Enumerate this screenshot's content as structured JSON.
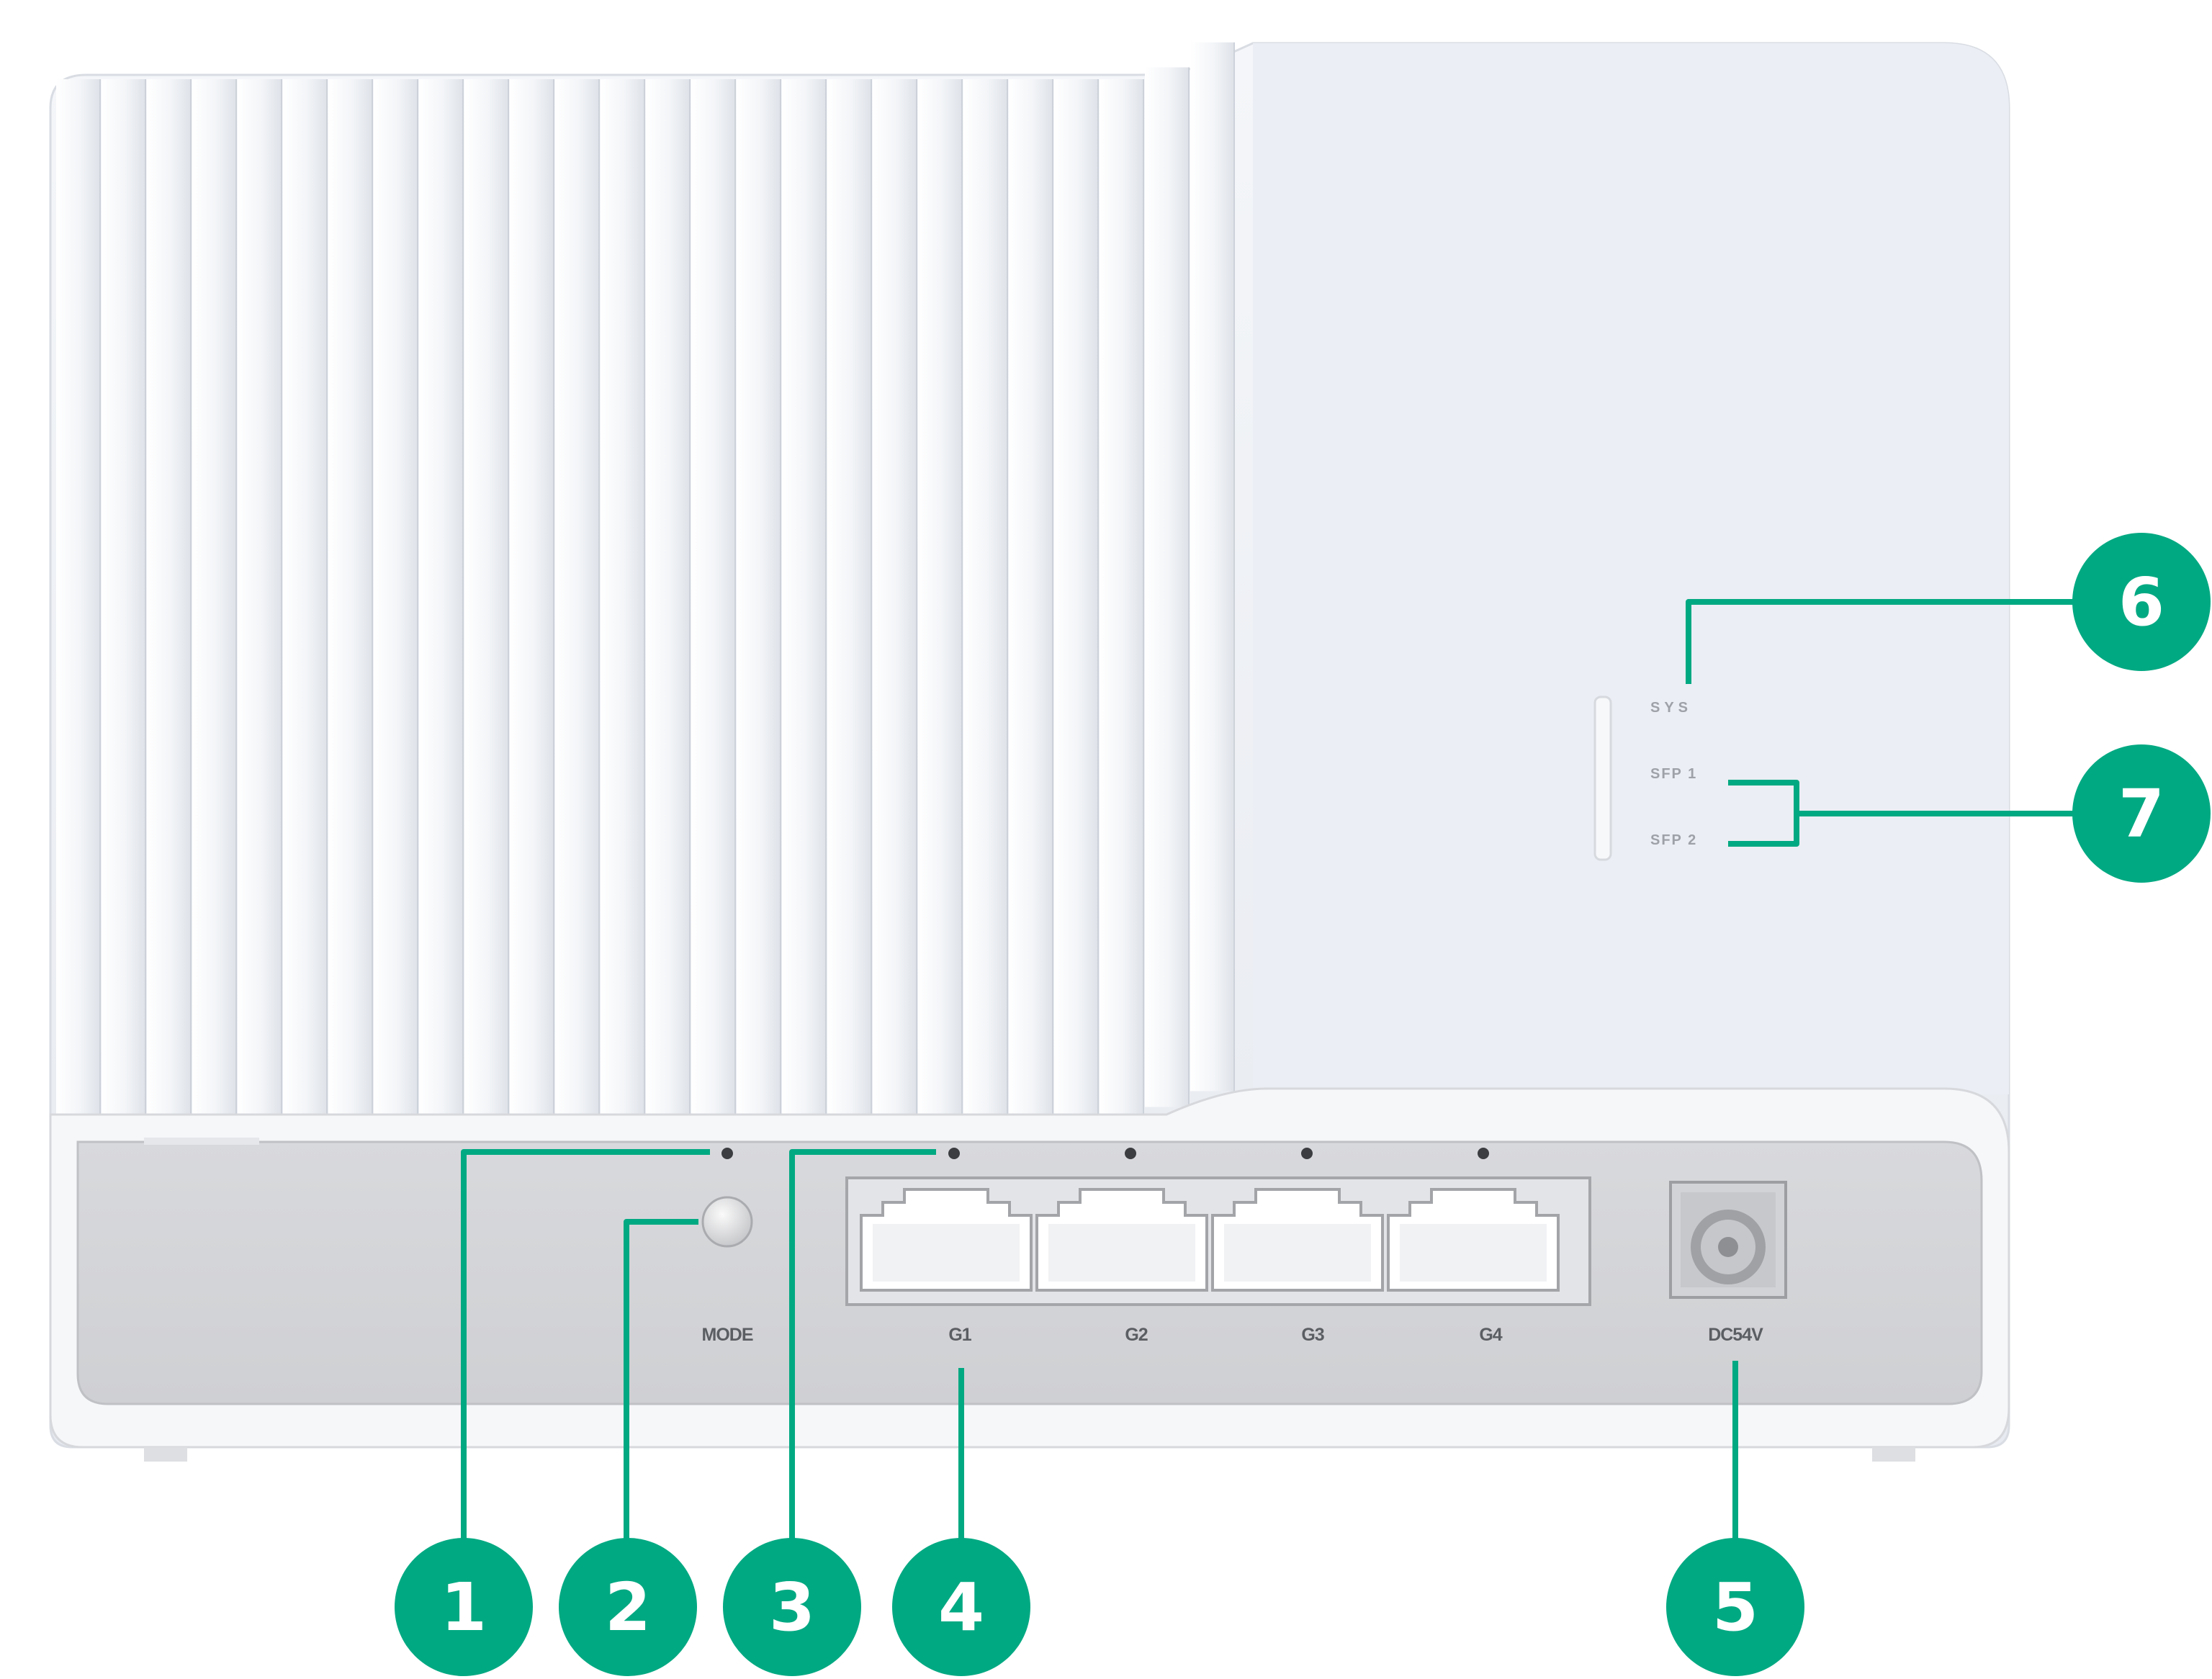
{
  "colors": {
    "callout": "#01a982",
    "device_body": "#eceff4",
    "port_panel": "#d4d5d8"
  },
  "labels": {
    "mode": "MODE",
    "g1": "G1",
    "g2": "G2",
    "g3": "G3",
    "g4": "G4",
    "dc": "DC54V",
    "sys": "SYS",
    "sfp1": "SFP 1",
    "sfp2": "SFP 2"
  },
  "callouts": [
    "1",
    "2",
    "3",
    "4",
    "5",
    "6",
    "7"
  ],
  "icons": [
    "rj45-port-icon",
    "dc-power-jack-icon",
    "led-indicator-icon"
  ]
}
